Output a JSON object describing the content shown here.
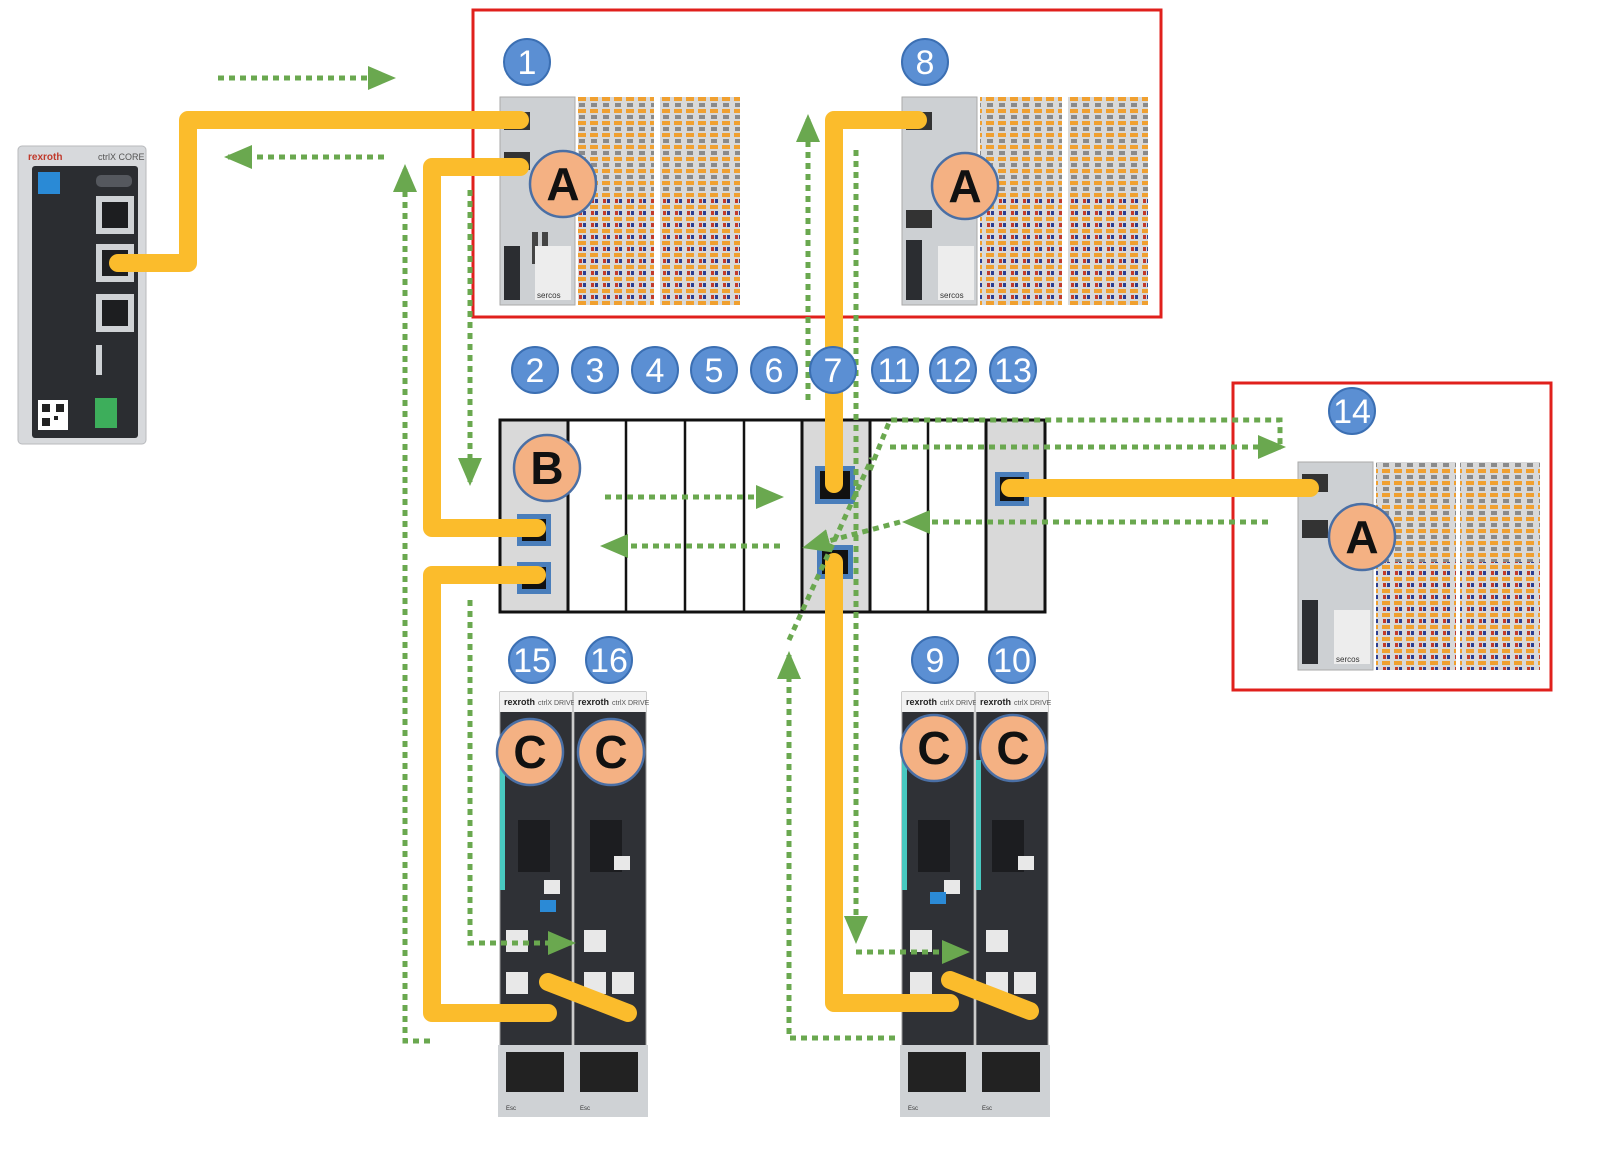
{
  "colors": {
    "cable": "#fbbc2c",
    "signal_arrow": "#6aa84f",
    "group_frame": "#e0201c",
    "number_badge": "#5b8fd3",
    "letter_badge": "#f4b183",
    "switch_port": "#4a7ebb"
  },
  "controller": {
    "brand": "rexroth",
    "model": "ctrlX CORE",
    "icon": "controller-icon"
  },
  "io_groups": [
    {
      "number": "1",
      "letter": "A",
      "label": "sercos"
    },
    {
      "number": "8",
      "letter": "A",
      "label": "sercos"
    },
    {
      "number": "14",
      "letter": "A",
      "label": "sercos"
    }
  ],
  "switch": {
    "letter": "B",
    "slot_numbers": [
      "2",
      "3",
      "4",
      "5",
      "6",
      "7",
      "11",
      "12",
      "13"
    ]
  },
  "drive_pairs": [
    {
      "numbers": [
        "15",
        "16"
      ],
      "letter": "C",
      "brand": "rexroth",
      "model": "ctrlX DRIVE"
    },
    {
      "numbers": [
        "9",
        "10"
      ],
      "letter": "C",
      "brand": "rexroth",
      "model": "ctrlX DRIVE"
    }
  ]
}
